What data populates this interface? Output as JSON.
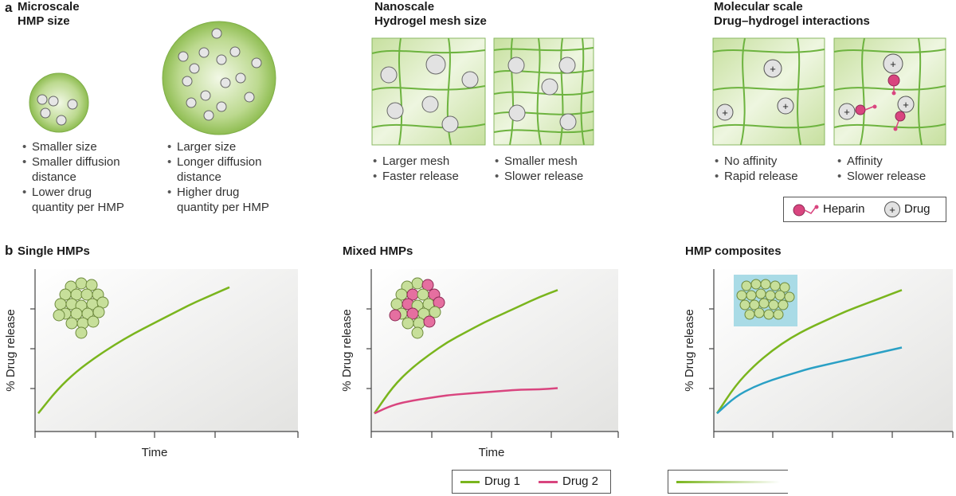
{
  "panel_a": {
    "letter": "a",
    "micro": {
      "title1": "Microscale",
      "title2": "HMP size",
      "small_bullets": [
        "Smaller size",
        "Smaller diffusion",
        "distance",
        "Lower drug",
        "quantity per HMP"
      ],
      "large_bullets": [
        "Larger size",
        "Longer diffusion",
        "distance",
        "Higher drug",
        "quantity per HMP"
      ]
    },
    "nano": {
      "title1": "Nanoscale",
      "title2": "Hydrogel mesh size",
      "left_bullets": [
        "Larger mesh",
        "Faster release"
      ],
      "right_bullets": [
        "Smaller mesh",
        "Slower release"
      ]
    },
    "molecular": {
      "title1": "Molecular scale",
      "title2": "Drug–hydrogel interactions",
      "left_bullets": [
        "No affinity",
        "Rapid release"
      ],
      "right_bullets": [
        "Affinity",
        "Slower release"
      ],
      "legend": {
        "heparin": "Heparin",
        "drug": "Drug",
        "plus": "+"
      }
    }
  },
  "panel_b": {
    "letter": "b",
    "charts_titles": [
      "Single HMPs",
      "Mixed HMPs",
      "HMP composites"
    ],
    "ylabel": "% Drug release",
    "xlabel": "Time",
    "legend": {
      "drug1": "Drug 1",
      "drug2": "Drug 2"
    }
  },
  "colors": {
    "green_line": "#7ab51d",
    "pink_line": "#d9457f",
    "blue_line": "#2aa0c5",
    "particle_green": "#c7df9a",
    "particle_pink": "#e56fa0",
    "mesh_bg": "#d6e9b8",
    "mesh_line": "#6db33f"
  },
  "chart_data": [
    {
      "type": "line",
      "title": "Single HMPs",
      "xlabel": "Time",
      "ylabel": "% Drug release",
      "x": [
        0,
        0.1,
        0.2,
        0.3,
        0.4,
        0.5,
        0.6,
        0.7,
        0.8,
        0.9,
        1.0
      ],
      "series": [
        {
          "values": [
            0.05,
            0.22,
            0.35,
            0.45,
            0.54,
            0.62,
            0.69,
            0.76,
            0.83,
            0.89,
            0.95
          ]
        }
      ]
    },
    {
      "type": "line",
      "title": "Mixed HMPs",
      "xlabel": "Time",
      "ylabel": "% Drug release",
      "x": [
        0,
        0.1,
        0.2,
        0.3,
        0.4,
        0.5,
        0.6,
        0.7,
        0.8,
        0.9,
        1.0
      ],
      "series": [
        {
          "name": "Drug 1",
          "values": [
            0.05,
            0.24,
            0.37,
            0.47,
            0.56,
            0.63,
            0.7,
            0.76,
            0.82,
            0.88,
            0.93
          ]
        },
        {
          "name": "Drug 2",
          "values": [
            0.05,
            0.11,
            0.14,
            0.16,
            0.18,
            0.19,
            0.2,
            0.21,
            0.22,
            0.22,
            0.23
          ]
        }
      ]
    },
    {
      "type": "line",
      "title": "HMP composites",
      "ylabel": "% Drug release",
      "x": [
        0,
        0.1,
        0.2,
        0.3,
        0.4,
        0.5,
        0.6,
        0.7,
        0.8,
        0.9,
        1.0
      ],
      "series": [
        {
          "values": [
            0.05,
            0.25,
            0.39,
            0.5,
            0.59,
            0.66,
            0.72,
            0.78,
            0.83,
            0.88,
            0.93
          ]
        },
        {
          "values": [
            0.05,
            0.17,
            0.24,
            0.29,
            0.33,
            0.37,
            0.4,
            0.43,
            0.46,
            0.49,
            0.52
          ]
        }
      ]
    }
  ]
}
